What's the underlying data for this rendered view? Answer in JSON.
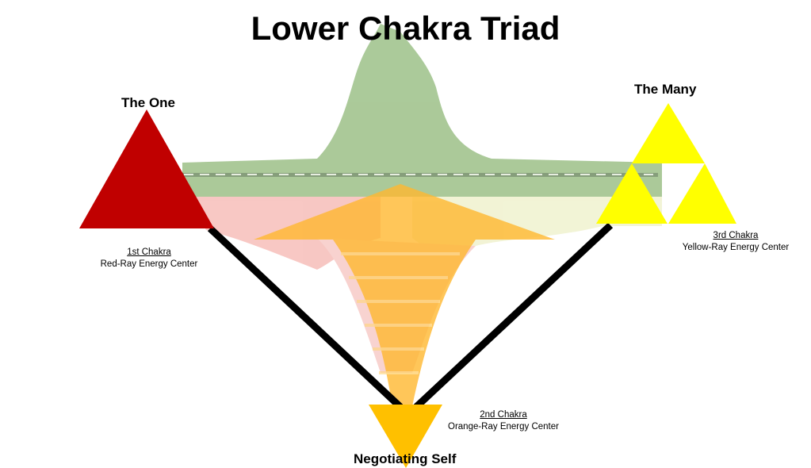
{
  "title": "Lower Chakra Triad",
  "nodes": {
    "one": {
      "label": "The One",
      "chakra": "1st Chakra",
      "center": "Red-Ray Energy Center",
      "color": "#c00000"
    },
    "many": {
      "label": "The Many",
      "chakra": "3rd Chakra",
      "center": "Yellow-Ray  Energy Center",
      "color": "#ffff00"
    },
    "self": {
      "label": "Negotiating Self",
      "chakra": "2nd Chakra",
      "center": "Orange-Ray  Energy Center",
      "color": "#ffc000"
    }
  }
}
